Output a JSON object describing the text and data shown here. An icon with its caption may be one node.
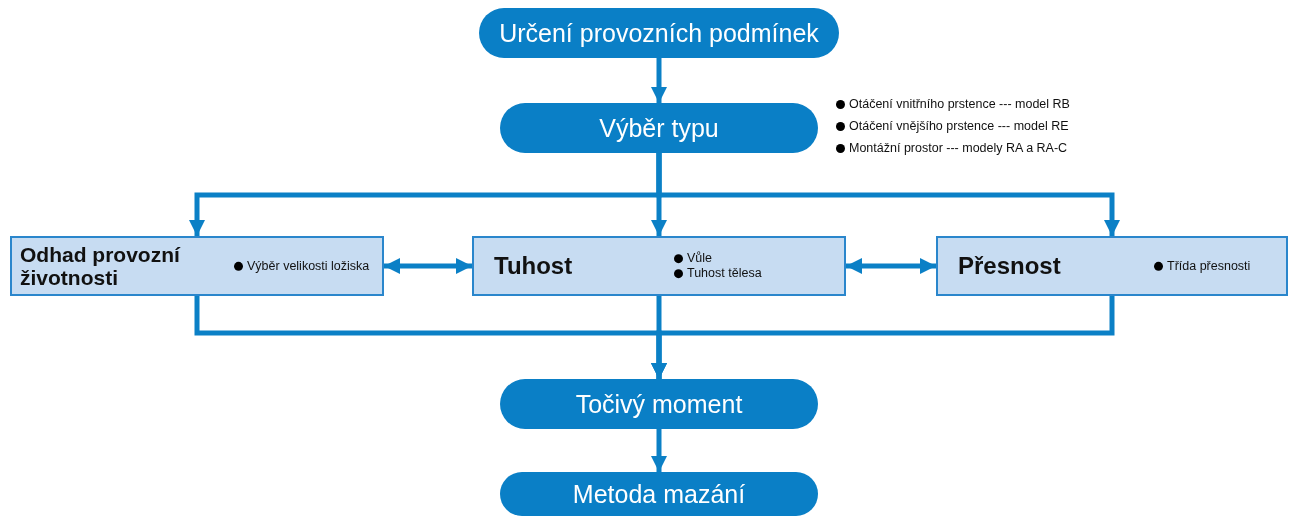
{
  "diagram": {
    "nodes": [
      {
        "text": [
          "Určení provozních podmínek"
        ]
      },
      {
        "text": [
          "Výběr typu"
        ],
        "beside": [
          "Otáčení vnitřního prstence --- model RB",
          "Otáčení vnějšího prstence --- model RE",
          "Montážní prostor --- modely RA a RA-C"
        ]
      },
      {
        "text": [
          "Odhad provozní životnosti",
          "Výběr velikosti ložiska"
        ]
      },
      {
        "text": [
          "Tuhost",
          "Vůle",
          "Tuhost tělesa"
        ]
      },
      {
        "text": [
          "Přesnost",
          "Třída přesnosti"
        ]
      },
      {
        "text": [
          "Točivý moment"
        ]
      },
      {
        "text": [
          "Metoda mazání"
        ]
      }
    ],
    "edges": [
      {
        "from": 0,
        "to": 1,
        "arrow": "to"
      },
      {
        "from": 1,
        "to": 2,
        "arrow": "to"
      },
      {
        "from": 1,
        "to": 3,
        "arrow": "to"
      },
      {
        "from": 1,
        "to": 4,
        "arrow": "to"
      },
      {
        "from": 2,
        "to": 3,
        "arrow": "both"
      },
      {
        "from": 3,
        "to": 4,
        "arrow": "both"
      },
      {
        "from": 2,
        "to": 5,
        "arrow": "to"
      },
      {
        "from": 3,
        "to": 5,
        "arrow": "to"
      },
      {
        "from": 4,
        "to": 5,
        "arrow": "to"
      },
      {
        "from": 5,
        "to": 6,
        "arrow": "to"
      }
    ]
  }
}
